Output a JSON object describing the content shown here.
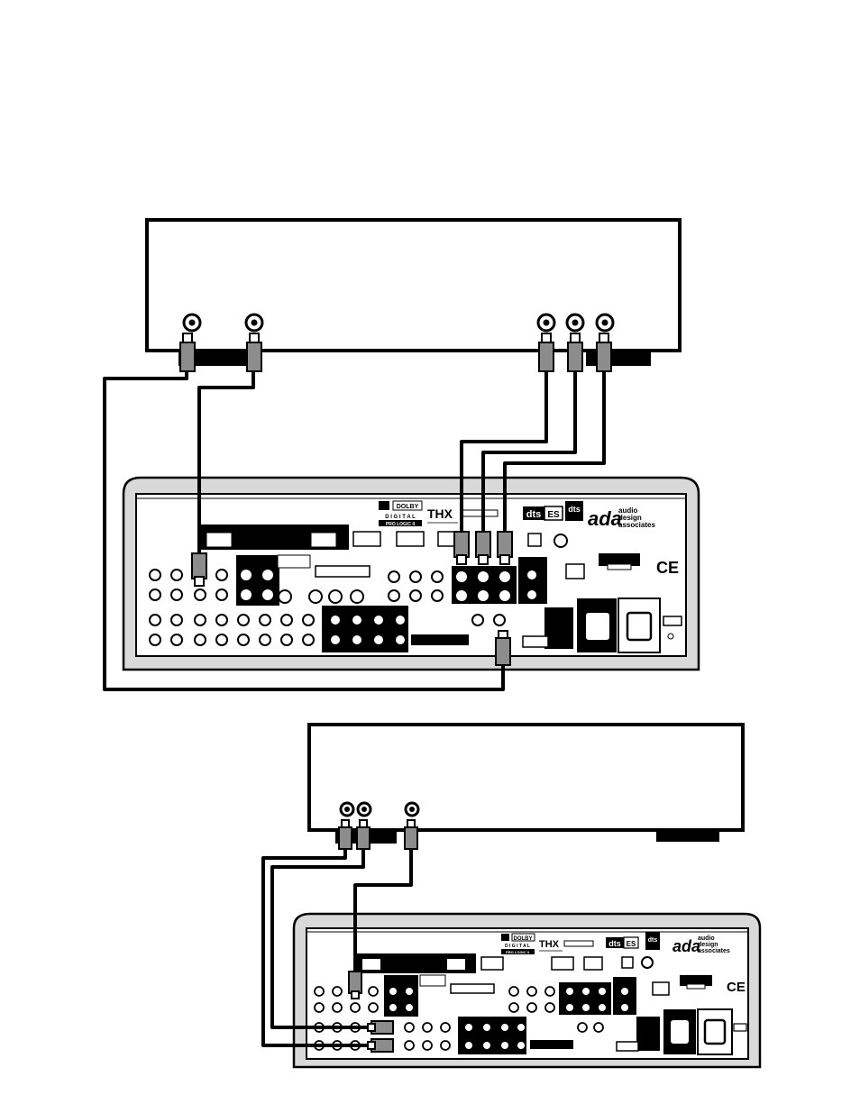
{
  "colors": {
    "ink": "#000000",
    "panel_gray": "#d9d9d9",
    "plug_gray": "#8c8c8c",
    "paper": "#ffffff"
  },
  "logos": {
    "dolby": "DOLBY",
    "digital": "D I G I T A L",
    "prologic": "PRO LOGIC II",
    "thx": "THX",
    "dts": "dts",
    "es": "ES",
    "ada": "ada",
    "ada_line1": "audio",
    "ada_line2": "design",
    "ada_line3": "associates",
    "ce": "CE"
  }
}
